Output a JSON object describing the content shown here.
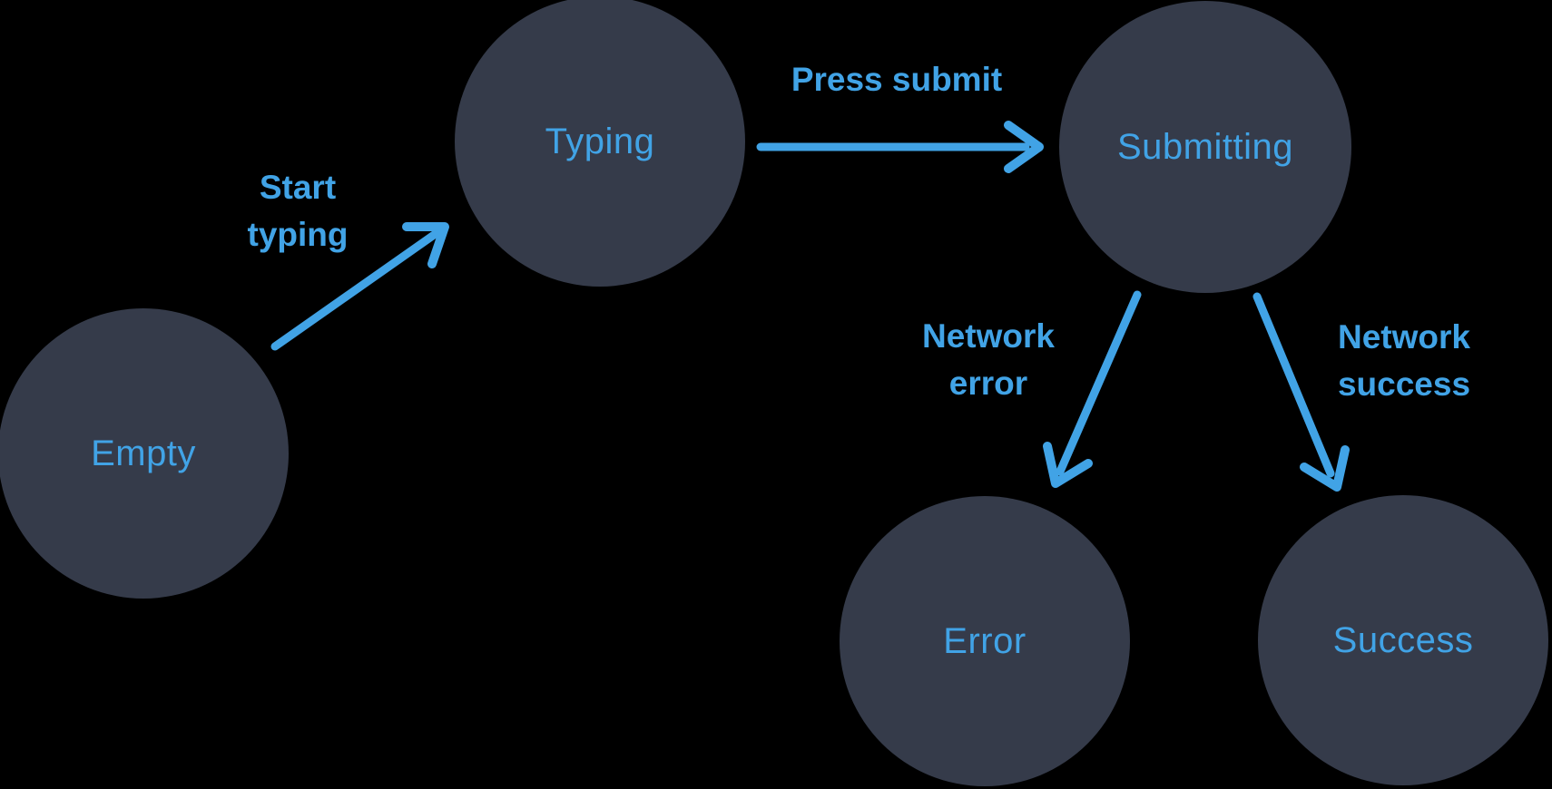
{
  "colors": {
    "background": "#000000",
    "node_fill": "#353B4A",
    "accent": "#41A3E6"
  },
  "nodes": [
    {
      "id": "empty",
      "label": "Empty"
    },
    {
      "id": "typing",
      "label": "Typing"
    },
    {
      "id": "submitting",
      "label": "Submitting"
    },
    {
      "id": "error",
      "label": "Error"
    },
    {
      "id": "success",
      "label": "Success"
    }
  ],
  "edges": [
    {
      "from": "empty",
      "to": "typing",
      "label": "Start typing",
      "label_line1": "Start",
      "label_line2": "typing"
    },
    {
      "from": "typing",
      "to": "submitting",
      "label": "Press submit",
      "label_line1": "Press submit"
    },
    {
      "from": "submitting",
      "to": "error",
      "label": "Network error",
      "label_line1": "Network",
      "label_line2": "error"
    },
    {
      "from": "submitting",
      "to": "success",
      "label": "Network success",
      "label_line1": "Network",
      "label_line2": "success"
    }
  ]
}
